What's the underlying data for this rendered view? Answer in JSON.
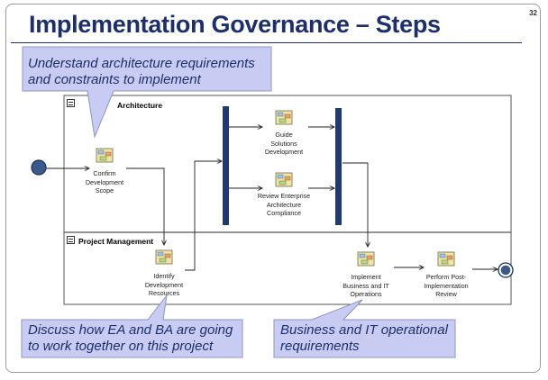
{
  "slide": {
    "title": "Implementation Governance – Steps",
    "page_number": "32"
  },
  "lanes": {
    "architecture": "Architecture",
    "project_management": "Project Management"
  },
  "tasks": {
    "confirm_scope": "Confirm\nDevelopment\nScope",
    "guide_solutions": "Guide\nSolutions\nDevelopment",
    "review_compliance": "Review Enterprise\nArchitecture\nCompliance",
    "identify_resources": "Identify\nDevelopment\nResources",
    "implement_operations": "Implement\nBusiness and IT\nOperations",
    "post_review": "Perform Post-\nImplementation\nReview"
  },
  "callouts": {
    "top": "Understand architecture requirements\nand constraints to implement",
    "bottom_left": "Discuss how EA and BA are going\nto work together on this project",
    "bottom_right": "Business and IT operational\nrequirements"
  },
  "colors": {
    "title": "#1c2f6b",
    "callout_fill": "#c9ccf2",
    "callout_border": "#8e93c9",
    "bar": "#1f3a73",
    "start_event": "#3a5a8c",
    "task_icon": "#e9d890"
  }
}
